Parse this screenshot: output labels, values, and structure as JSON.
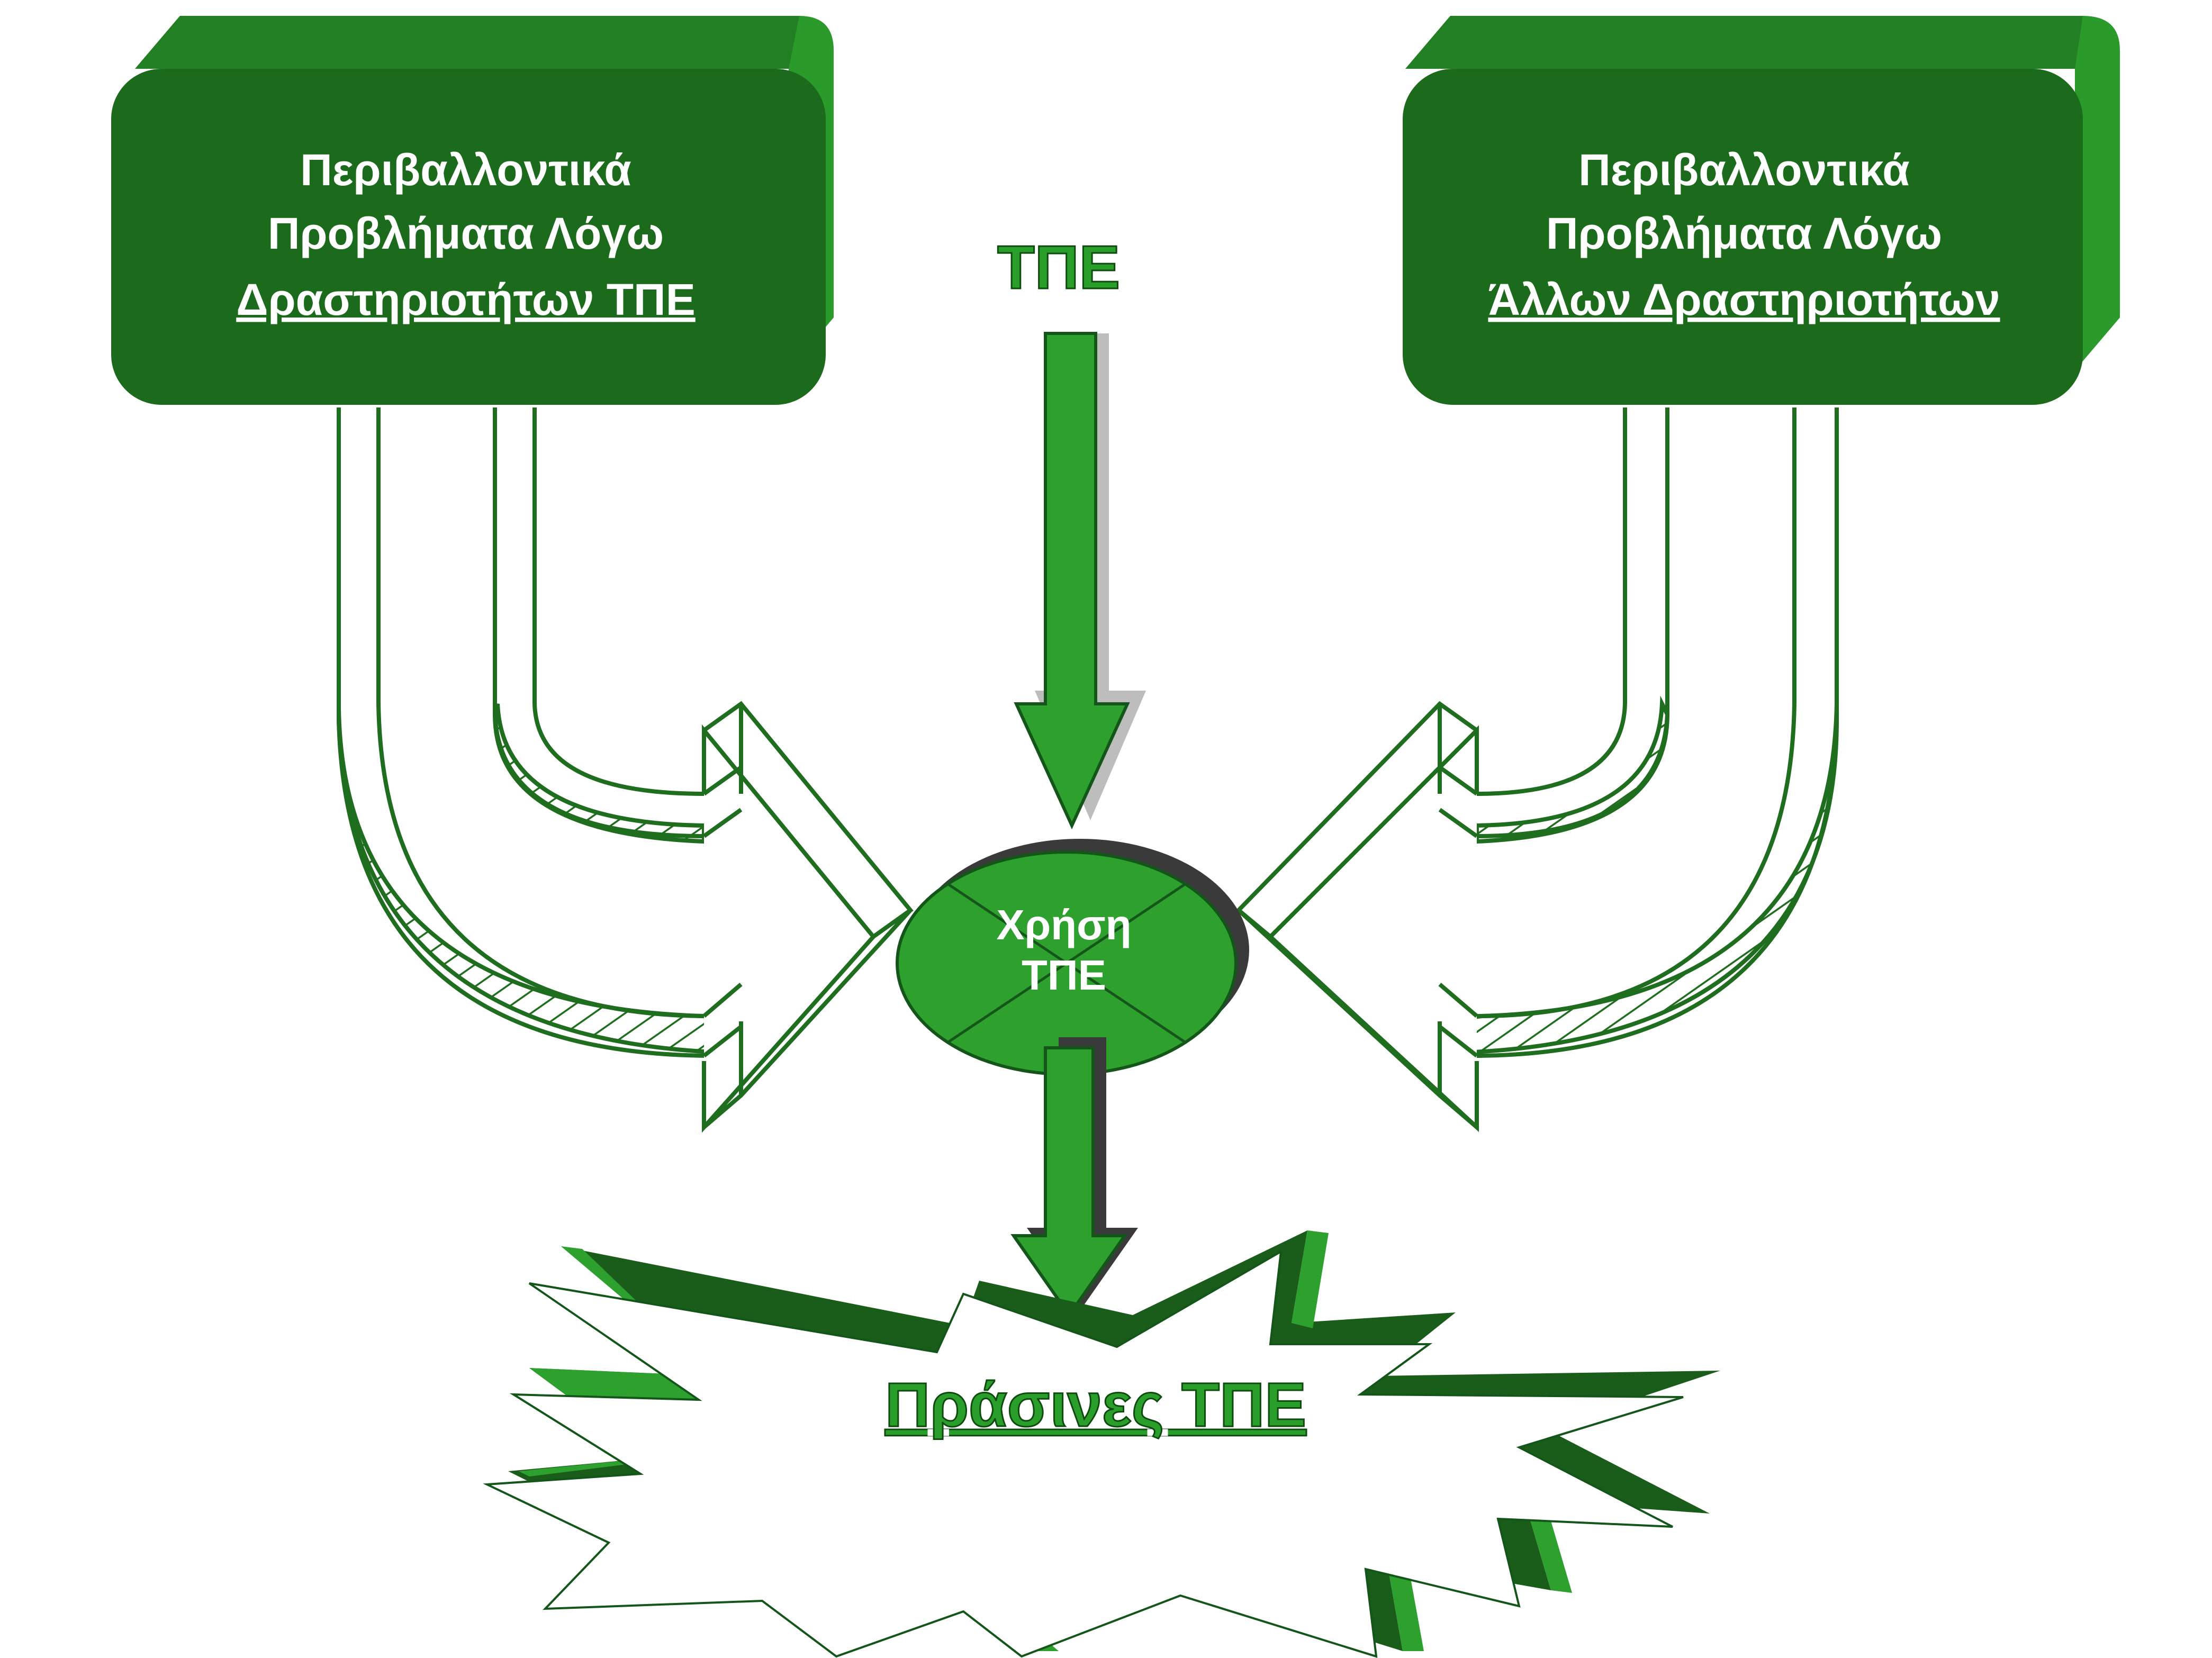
{
  "left_box": {
    "line1": "Περιβαλλοντικά",
    "line2": "Προβλήματα Λόγω",
    "line3": "Δραστηριοτήτων ΤΠΕ"
  },
  "right_box": {
    "line1": "Περιβαλλοντικά",
    "line2": "Προβλήματα Λόγω",
    "line3": "Άλλων Δραστηριοτήτων"
  },
  "top_label": "ΤΠΕ",
  "hub": {
    "line1": "Χρήση",
    "line2": "ΤΠΕ"
  },
  "result_label": "Πράσινες ΤΠΕ",
  "colors": {
    "box_fill": "#1c6b1c",
    "box_side": "#2a9a2a",
    "arrow_green": "#2ea02e",
    "outline_green": "#1f6e1f",
    "dark_shadow": "#3a3a3a",
    "burst_dark": "#144d14"
  }
}
